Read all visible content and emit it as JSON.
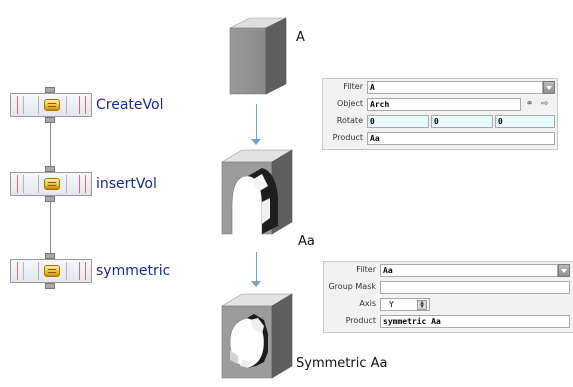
{
  "nodes": [
    {
      "label": "CreateVol"
    },
    {
      "label": "insertVol"
    },
    {
      "label": "symmetric"
    }
  ],
  "shapes": [
    {
      "label": "A"
    },
    {
      "label": "Aa"
    },
    {
      "label": "Symmetric Aa"
    }
  ],
  "panel1": {
    "filter_label": "Filter",
    "filter_value": "A",
    "object_label": "Object",
    "object_value": "Arch",
    "rotate_label": "Rotate",
    "rotate_values": [
      "0",
      "0",
      "0"
    ],
    "product_label": "Product",
    "product_value": "Aa"
  },
  "panel2": {
    "filter_label": "Filter",
    "filter_value": "Aa",
    "group_mask_label": "Group Mask",
    "group_mask_value": "",
    "axis_label": "Axis",
    "axis_value": "Y",
    "product_label": "Product",
    "product_value": "symmetric Aa"
  },
  "colors": {
    "node_label": "#1a2a8a",
    "arrow": "#7a9cc8",
    "field_highlight": "#e8fafd",
    "hub": "#f2c030"
  },
  "icons": {
    "node_hub": "gear-hub-icon",
    "object_pick": "chain-link-icon",
    "object_browse": "arrow-pick-icon",
    "spin": "up-down-spinner-icon"
  }
}
